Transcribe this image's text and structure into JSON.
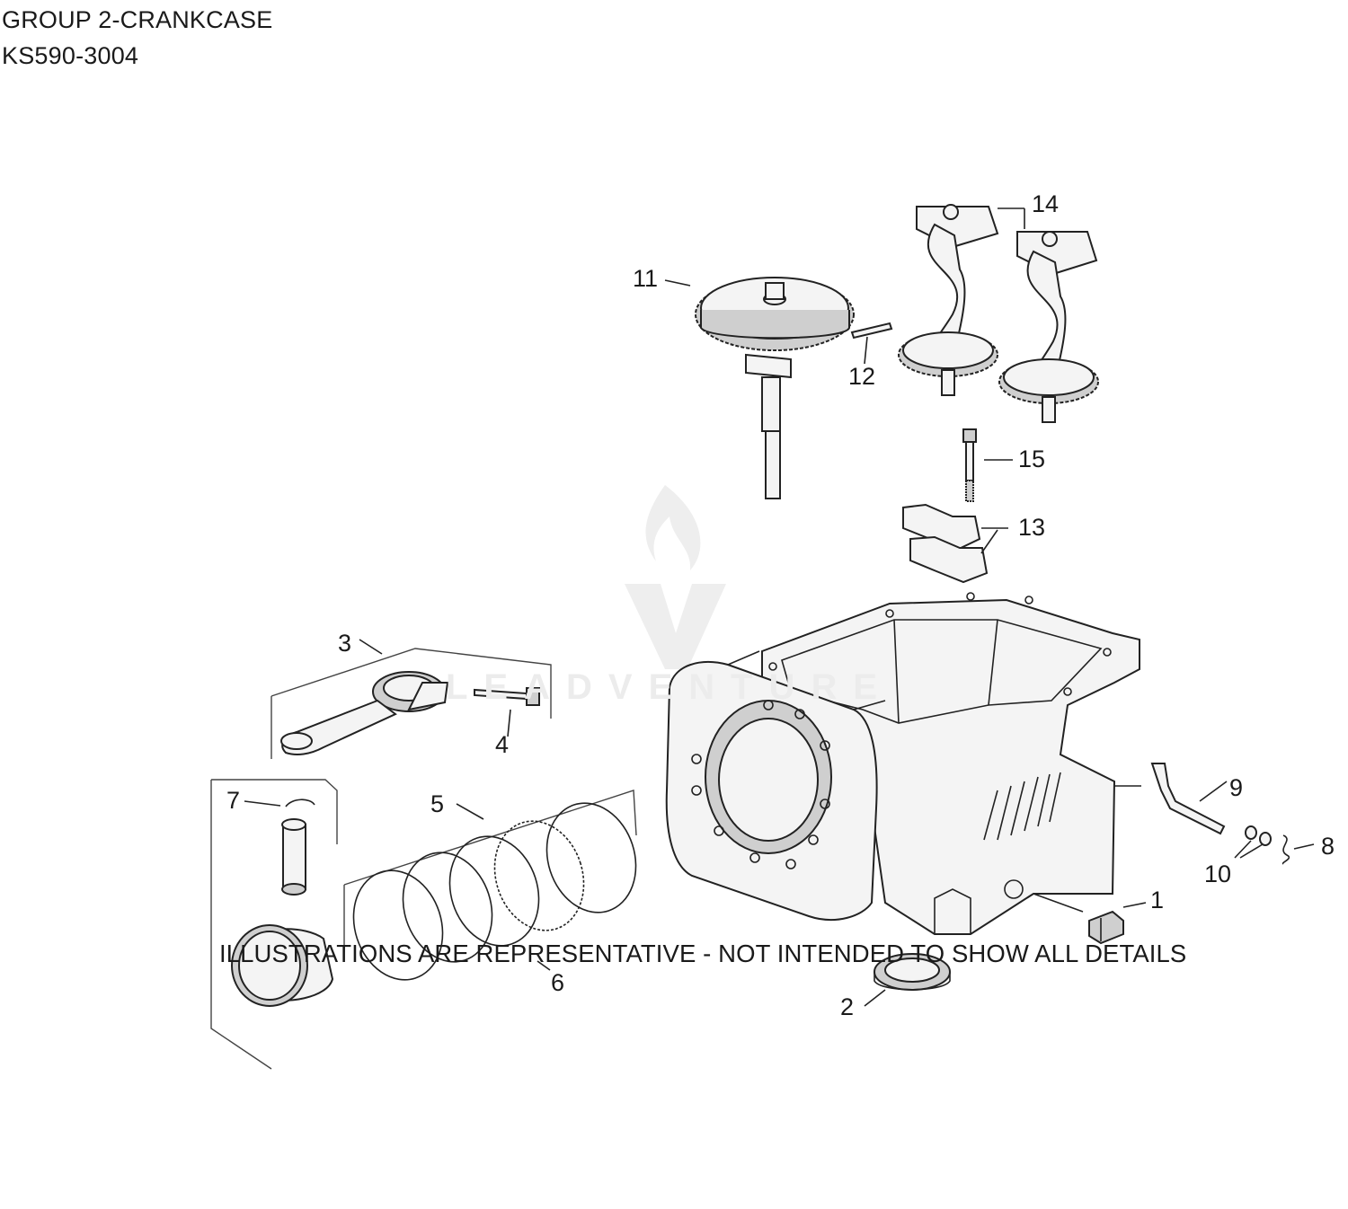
{
  "header": {
    "group_title": "GROUP 2-CRANKCASE",
    "model_code": "KS590-3004"
  },
  "footer": {
    "disclaimer": "ILLUSTRATIONS ARE REPRESENTATIVE - NOT INTENDED TO SHOW ALL DETAILS"
  },
  "watermark": {
    "text": "LEADVENTURE"
  },
  "callouts": {
    "c1": "1",
    "c2": "2",
    "c3": "3",
    "c4": "4",
    "c5": "5",
    "c6": "6",
    "c7": "7",
    "c8": "8",
    "c9": "9",
    "c10": "10",
    "c11": "11",
    "c12": "12",
    "c13": "13",
    "c14": "14",
    "c15": "15"
  },
  "icons": [
    "flame-logo-watermark"
  ]
}
